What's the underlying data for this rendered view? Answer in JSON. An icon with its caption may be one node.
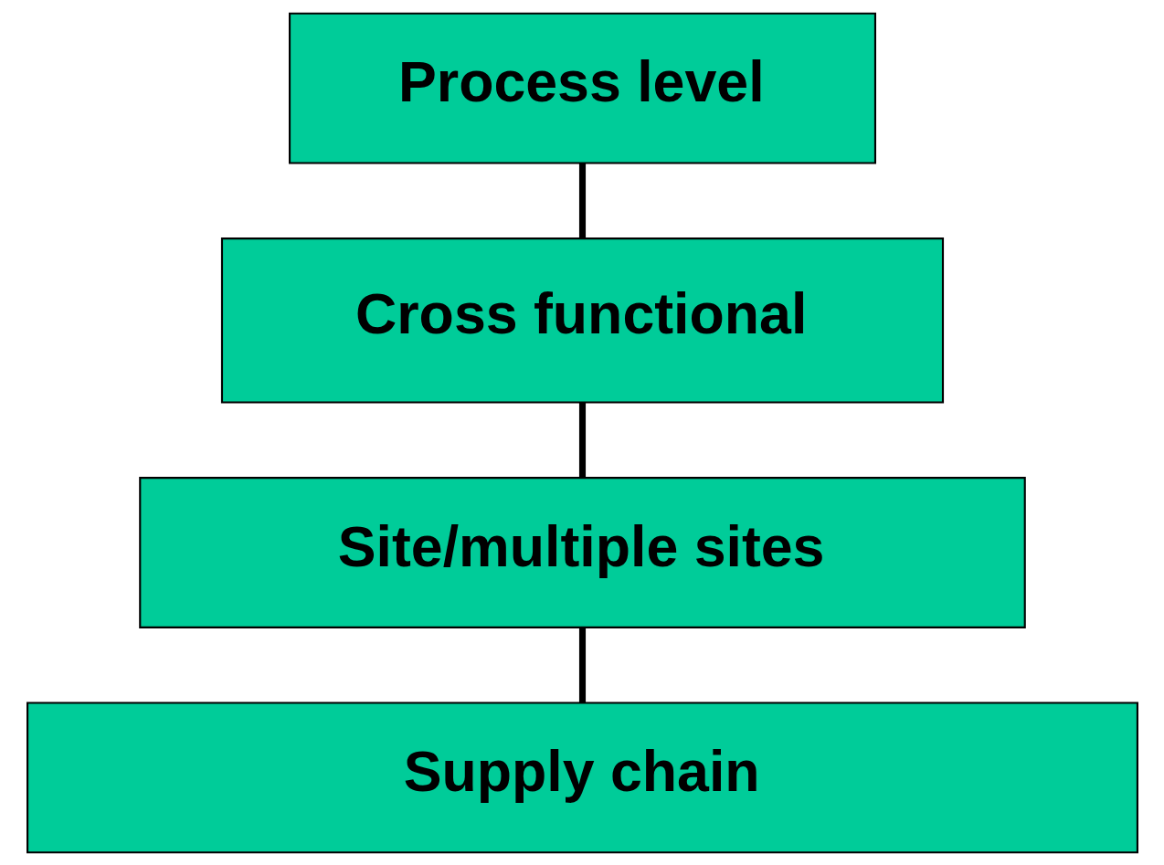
{
  "diagram": {
    "nodes": [
      {
        "text": [
          "Process level"
        ]
      },
      {
        "text": [
          "Cross functional"
        ]
      },
      {
        "text": [
          "Site/multiple sites"
        ]
      },
      {
        "text": [
          "Supply chain"
        ]
      }
    ],
    "edges": [
      {
        "from": 0,
        "to": 1,
        "arrow": "none"
      },
      {
        "from": 1,
        "to": 2,
        "arrow": "none"
      },
      {
        "from": 2,
        "to": 3,
        "arrow": "none"
      }
    ]
  }
}
